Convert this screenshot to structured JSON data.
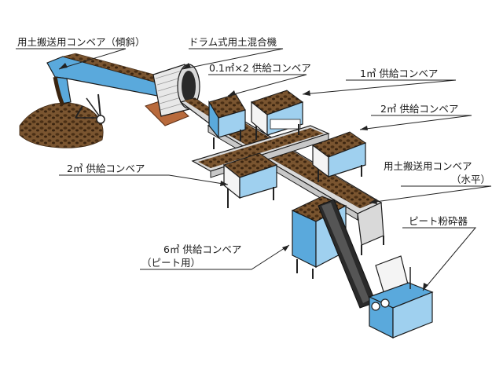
{
  "labels": {
    "inclined_conveyor": "用土搬送用コンベア（傾斜）",
    "drum_mixer": "ドラム式用土混合機",
    "feed_conveyor_01x2": "0.1㎥×2 供給コンベア",
    "feed_conveyor_1": "1㎥ 供給コンベア",
    "feed_conveyor_2_right": "2㎥ 供給コンベア",
    "feed_conveyor_2_left": "2㎥ 供給コンベア",
    "horizontal_conveyor_line1": "用土搬送用コンベア",
    "horizontal_conveyor_line2": "（水平）",
    "peat_crusher": "ピート粉砕器",
    "feed_conveyor_6_line1": "6㎥ 供給コンベア",
    "feed_conveyor_6_line2": "（ピート用）"
  }
}
